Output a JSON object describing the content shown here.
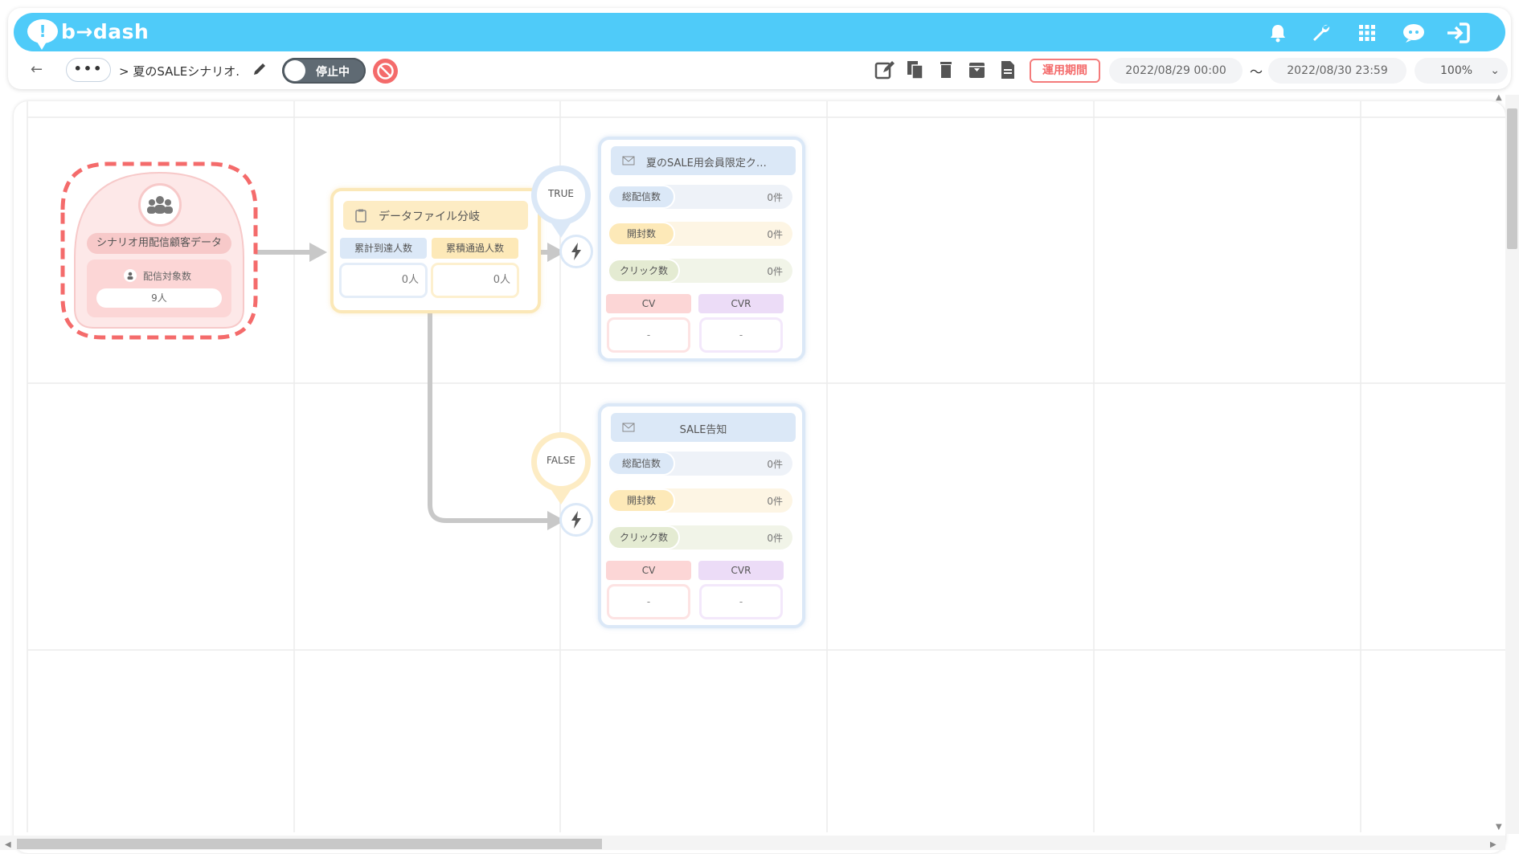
{
  "app": {
    "logo_mark": "!",
    "logo_text": "b→dash"
  },
  "header_icons": [
    "bell-icon",
    "wrench-icon",
    "grid-icon",
    "chat-bot-icon",
    "logout-icon"
  ],
  "toolbar": {
    "back_glyph": "←",
    "more_glyph": "•••",
    "breadcrumb": "> 夏のSALEシナリオ.",
    "status_label": "停止中",
    "period_label": "運用期間",
    "date_start": "2022/08/29 00:00",
    "tilde": "〜",
    "date_end": "2022/08/30 23:59",
    "zoom": "100%",
    "zoom_chevron": "⌄"
  },
  "start_node": {
    "title": "シナリオ用配信顧客データ",
    "sub_label": "配信対象数",
    "value": "9人"
  },
  "branch_node": {
    "title": "データファイル分岐",
    "col1_label": "累計到達人数",
    "col2_label": "累積通過人数",
    "col1_value": "0人",
    "col2_value": "0人"
  },
  "true_label": "TRUE",
  "false_label": "FALSE",
  "mail_nodes": [
    {
      "title": "夏のSALE用会員限定ク…",
      "sent_label": "総配信数",
      "sent": "0件",
      "open_label": "開封数",
      "open": "0件",
      "click_label": "クリック数",
      "click": "0件",
      "cv_label": "CV",
      "cvr_label": "CVR",
      "cv": "-",
      "cvr": "-"
    },
    {
      "title": "SALE告知",
      "sent_label": "総配信数",
      "sent": "0件",
      "open_label": "開封数",
      "open": "0件",
      "click_label": "クリック数",
      "click": "0件",
      "cv_label": "CV",
      "cvr_label": "CVR",
      "cv": "-",
      "cvr": "-"
    }
  ],
  "colors": {
    "brand": "#4fcbf9",
    "danger": "#f46b6b",
    "toggle": "#5f6a73"
  }
}
